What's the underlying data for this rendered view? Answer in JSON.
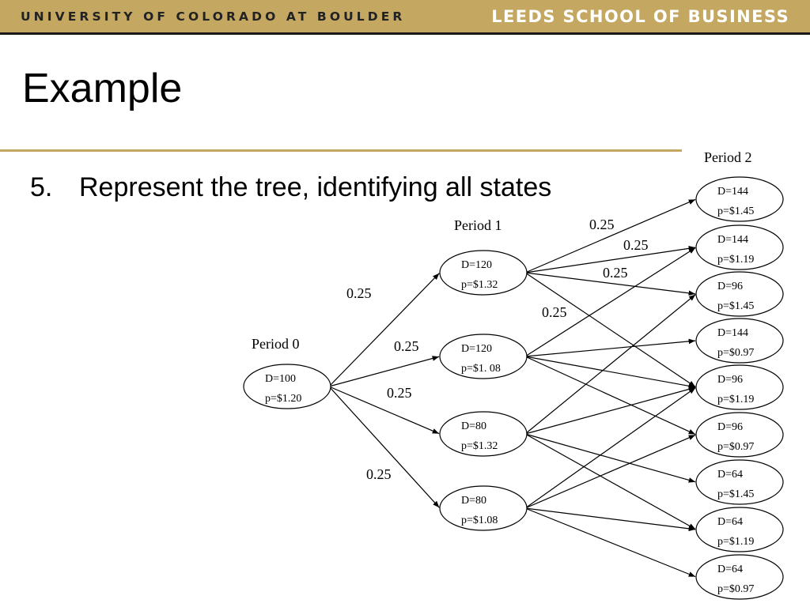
{
  "header": {
    "university": "UNIVERSITY OF COLORADO AT BOULDER",
    "school": "LEEDS SCHOOL OF BUSINESS"
  },
  "slide": {
    "title": "Example",
    "bullet_number": "5.",
    "bullet_text": "Represent the tree, identifying all states"
  },
  "tree": {
    "period_labels": [
      "Period 0",
      "Period 1",
      "Period 2"
    ],
    "root": {
      "line1": "D=100",
      "line2": "p=$1.20"
    },
    "period1": [
      {
        "line1": "D=120",
        "line2": "p=$1.32"
      },
      {
        "line1": "D=120",
        "line2": "p=$1. 08"
      },
      {
        "line1": "D=80",
        "line2": "p=$1.32"
      },
      {
        "line1": "D=80",
        "line2": "p=$1.08"
      }
    ],
    "period2": [
      {
        "line1": "D=144",
        "line2": "p=$1.45"
      },
      {
        "line1": "D=144",
        "line2": "p=$1.19"
      },
      {
        "line1": "D=96",
        "line2": "p=$1.45"
      },
      {
        "line1": "D=144",
        "line2": "p=$0.97"
      },
      {
        "line1": "D=96",
        "line2": "p=$1.19"
      },
      {
        "line1": "D=96",
        "line2": "p=$0.97"
      },
      {
        "line1": "D=64",
        "line2": "p=$1.45"
      },
      {
        "line1": "D=64",
        "line2": "p=$1.19"
      },
      {
        "line1": "D=64",
        "line2": "p=$0.97"
      }
    ],
    "edges_0_1": [
      0,
      1,
      2,
      3
    ],
    "edges_1_2": [
      [
        0,
        0
      ],
      [
        0,
        1
      ],
      [
        0,
        2
      ],
      [
        0,
        4
      ],
      [
        1,
        1
      ],
      [
        1,
        3
      ],
      [
        1,
        4
      ],
      [
        1,
        5
      ],
      [
        2,
        2
      ],
      [
        2,
        4
      ],
      [
        2,
        6
      ],
      [
        2,
        7
      ],
      [
        3,
        4
      ],
      [
        3,
        5
      ],
      [
        3,
        7
      ],
      [
        3,
        8
      ]
    ],
    "probability_labels": [
      "0.25",
      "0.25",
      "0.25",
      "0.25",
      "0.25",
      "0.25",
      "0.25",
      "0.25"
    ]
  }
}
